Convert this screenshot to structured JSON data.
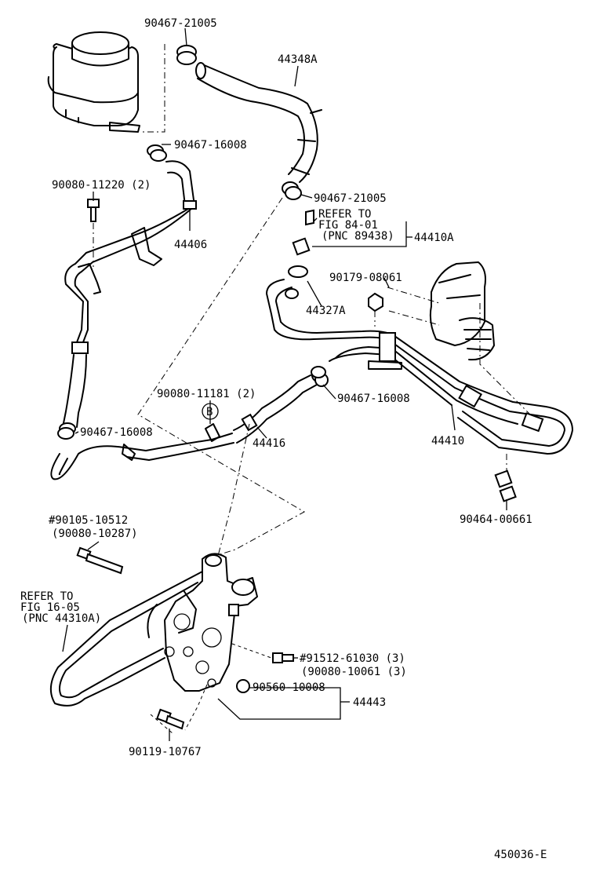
{
  "labels": {
    "p_90467_21005_top": "90467-21005",
    "p_44348a": "44348A",
    "p_90467_16008_a": "90467-16008",
    "p_90080_11220": "90080-11220 (2)",
    "p_90467_21005_mid": "90467-21005",
    "p_refer_84_line1": "REFER TO",
    "p_refer_84_line2": "FIG 84-01",
    "p_refer_84_line3": "(PNC 89438)",
    "p_44410a": "44410A",
    "p_44406": "44406",
    "p_90179_08061": "90179-08061",
    "p_44327a": "44327A",
    "p_90080_11181": "90080-11181 (2)",
    "p_90467_16008_b": "90467-16008",
    "p_circle_b": "B",
    "p_90467_16008_c": "90467-16008",
    "p_44416": "44416",
    "p_44410": "44410",
    "p_90464_00661": "90464-00661",
    "p_90105_10512": "#90105-10512",
    "p_90080_10287": "(90080-10287)",
    "p_refer_16_line1": "REFER TO",
    "p_refer_16_line2": "FIG 16-05",
    "p_refer_16_line3": "(PNC 44310A)",
    "p_91512_61030": "#91512-61030 (3)",
    "p_90080_10061": "(90080-10061 (3)",
    "p_90560_10008": "90560-10008",
    "p_44443": "44443",
    "p_90119_10767": "90119-10767",
    "figure_id": "450036-E"
  }
}
